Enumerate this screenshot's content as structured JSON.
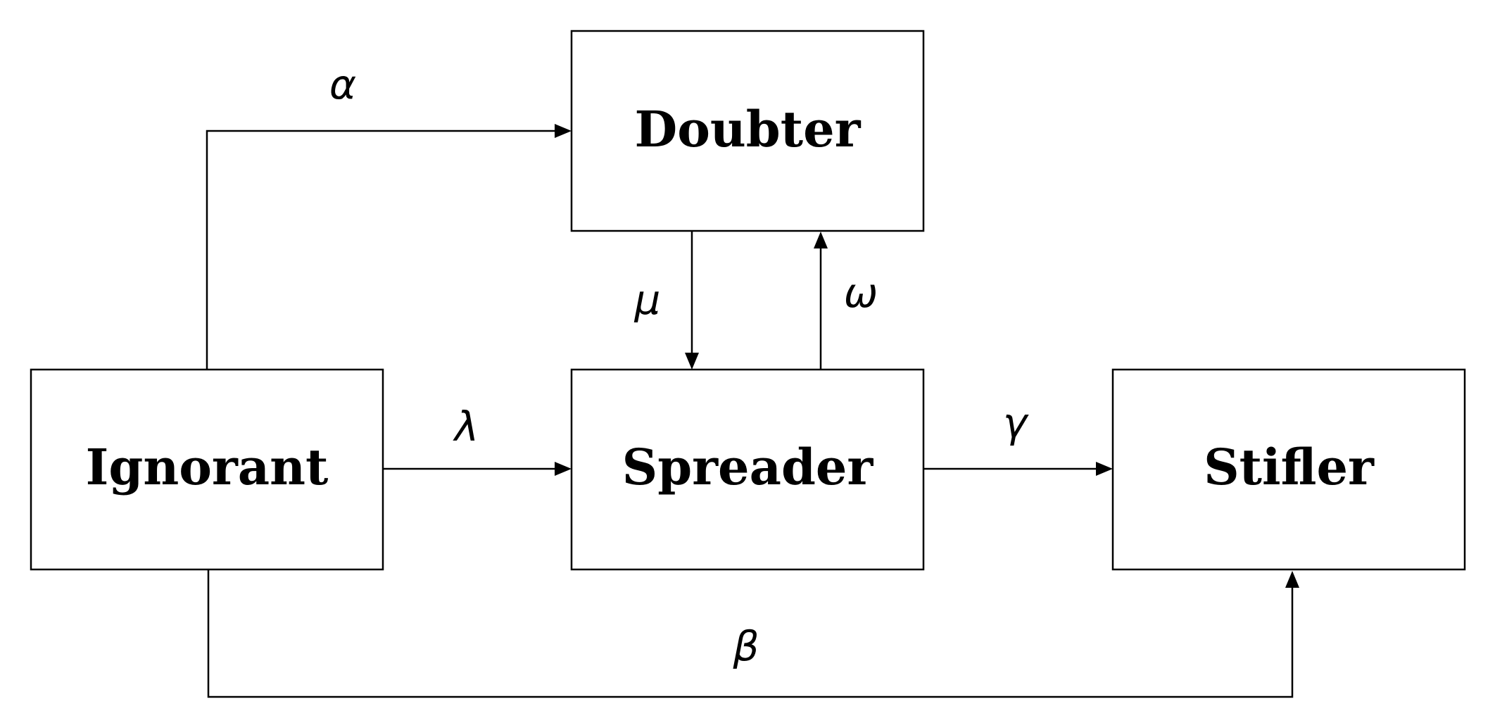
{
  "diagram": {
    "nodes": {
      "doubter": {
        "label": "Doubter"
      },
      "ignorant": {
        "label": "Ignorant"
      },
      "spreader": {
        "label": "Spreader"
      },
      "stifler": {
        "label": "Stifler"
      }
    },
    "edges": {
      "ignorant_to_doubter": {
        "from": "Ignorant",
        "to": "Doubter",
        "label": "α"
      },
      "doubter_to_spreader": {
        "from": "Doubter",
        "to": "Spreader",
        "label": "μ"
      },
      "spreader_to_doubter": {
        "from": "Spreader",
        "to": "Doubter",
        "label": "ω"
      },
      "ignorant_to_spreader": {
        "from": "Ignorant",
        "to": "Spreader",
        "label": "λ"
      },
      "spreader_to_stifler": {
        "from": "Spreader",
        "to": "Stifler",
        "label": "γ"
      },
      "ignorant_to_stifler": {
        "from": "Ignorant",
        "to": "Stifler",
        "label": "β"
      }
    }
  }
}
